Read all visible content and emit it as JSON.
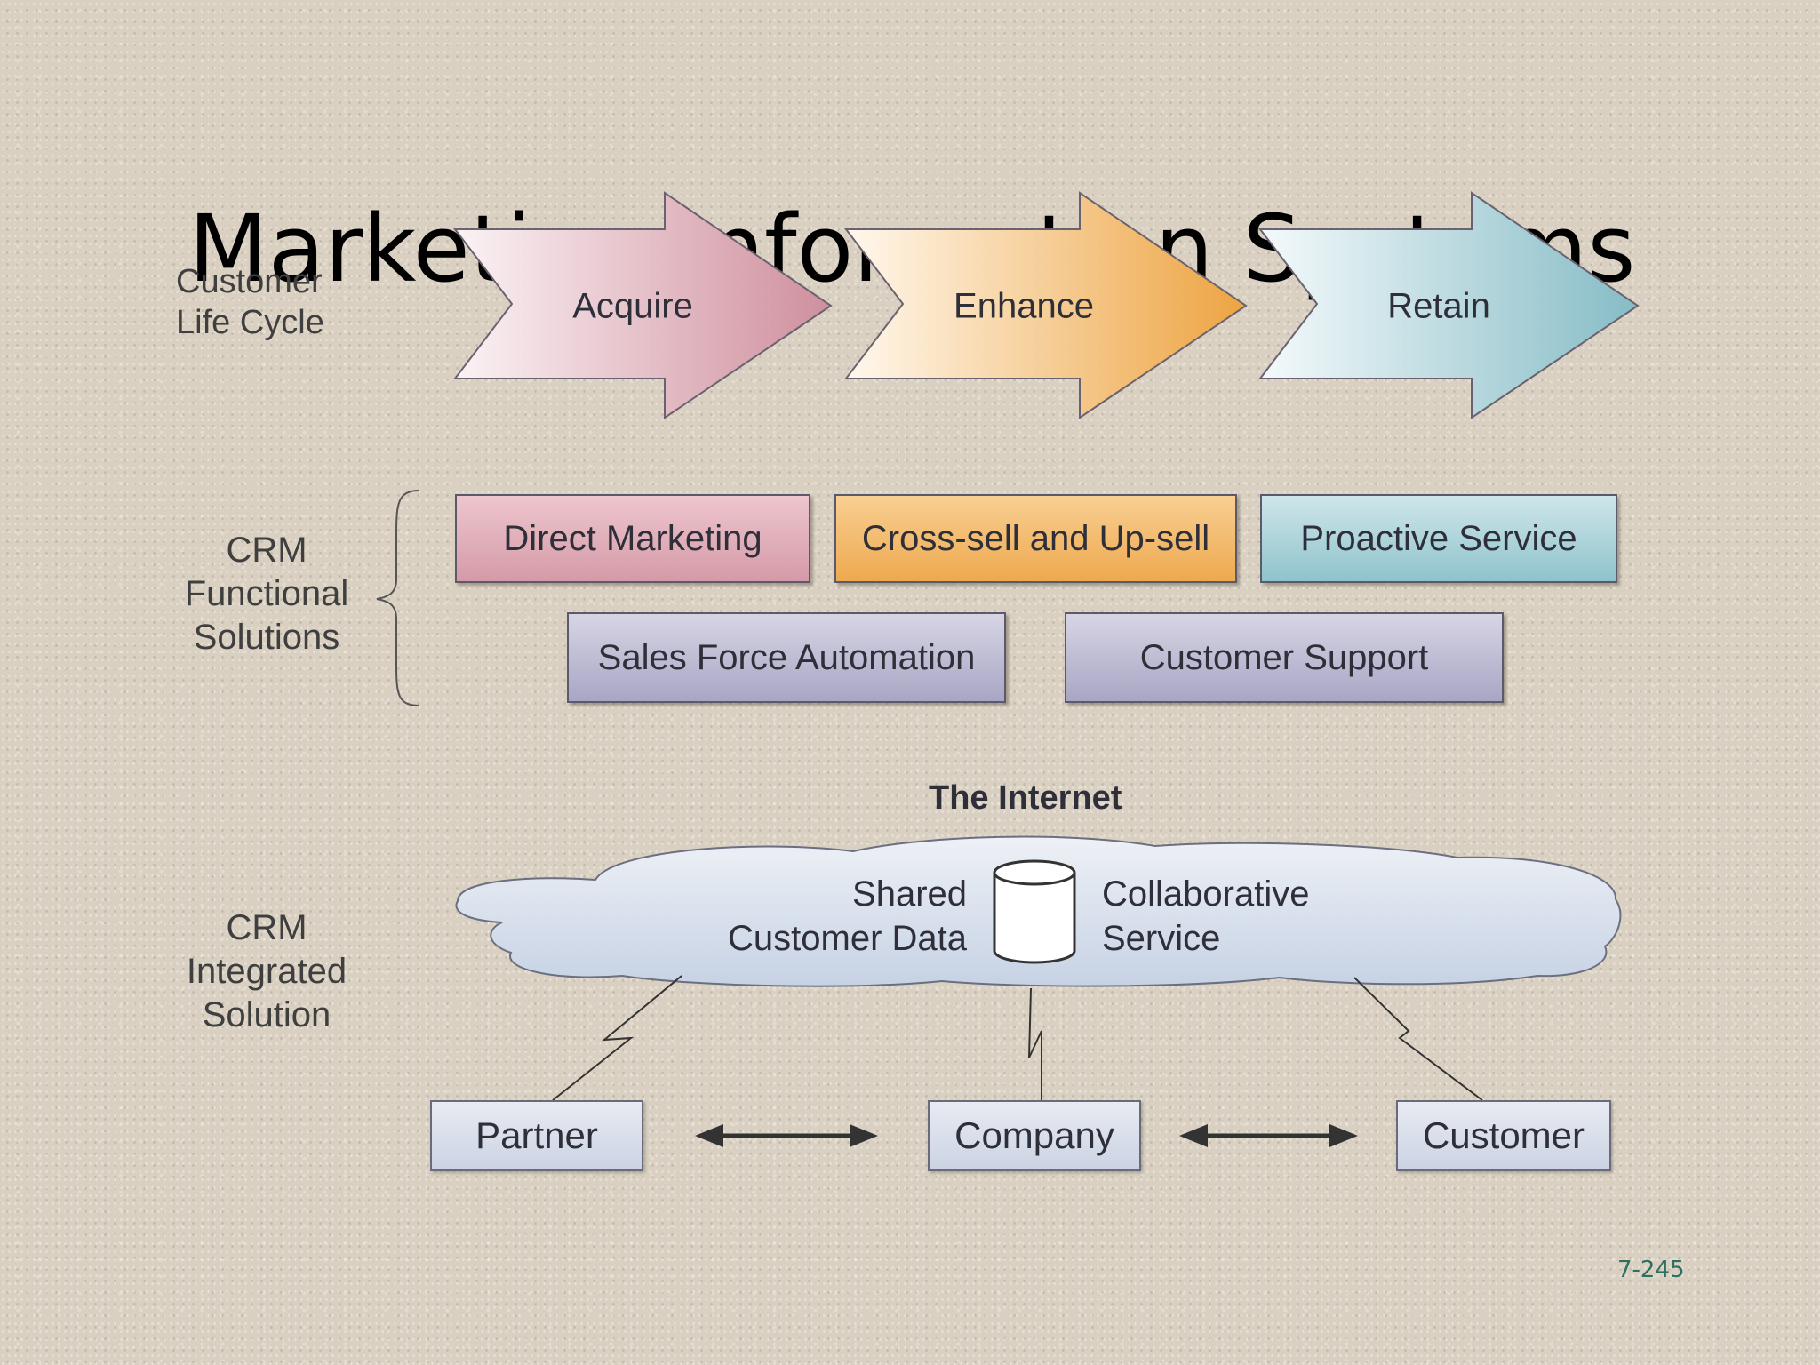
{
  "slide": {
    "title": "Marketing Information Systems",
    "page_number": "7-245"
  },
  "row_labels": {
    "lifecycle": [
      "Customer",
      "Life Cycle"
    ],
    "functional": [
      "CRM",
      "Functional",
      "Solutions"
    ],
    "integrated": [
      "CRM",
      "Integrated",
      "Solution"
    ]
  },
  "lifecycle_stages": [
    "Acquire",
    "Enhance",
    "Retain"
  ],
  "functional_solutions": {
    "row1": [
      "Direct Marketing",
      "Cross-sell and Up-sell",
      "Proactive Service"
    ],
    "row2": [
      "Sales Force Automation",
      "Customer Support"
    ]
  },
  "integrated": {
    "network_label": "The Internet",
    "cloud_left": [
      "Shared",
      "Customer Data"
    ],
    "cloud_right": [
      "Collaborative",
      "Service"
    ],
    "entities": [
      "Partner",
      "Company",
      "Customer"
    ]
  },
  "colors": {
    "acquire": "#d49aa7",
    "enhance": "#eea94f",
    "retain": "#8fc3cc",
    "support": "#a8a6c4",
    "cloud": "#d3dcea"
  }
}
